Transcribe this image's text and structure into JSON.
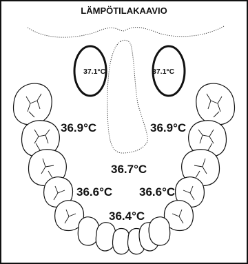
{
  "title": "LÄMPÖTILAKAAVIO",
  "temperatures": {
    "left_cheek": "37.1°C",
    "right_cheek": "37.1°C",
    "upper_left": "36.9°C",
    "upper_right": "36.9°C",
    "center": "36.7°C",
    "mid_left": "36.6°C",
    "mid_right": "36.6°C",
    "bottom": "36.4°C"
  }
}
